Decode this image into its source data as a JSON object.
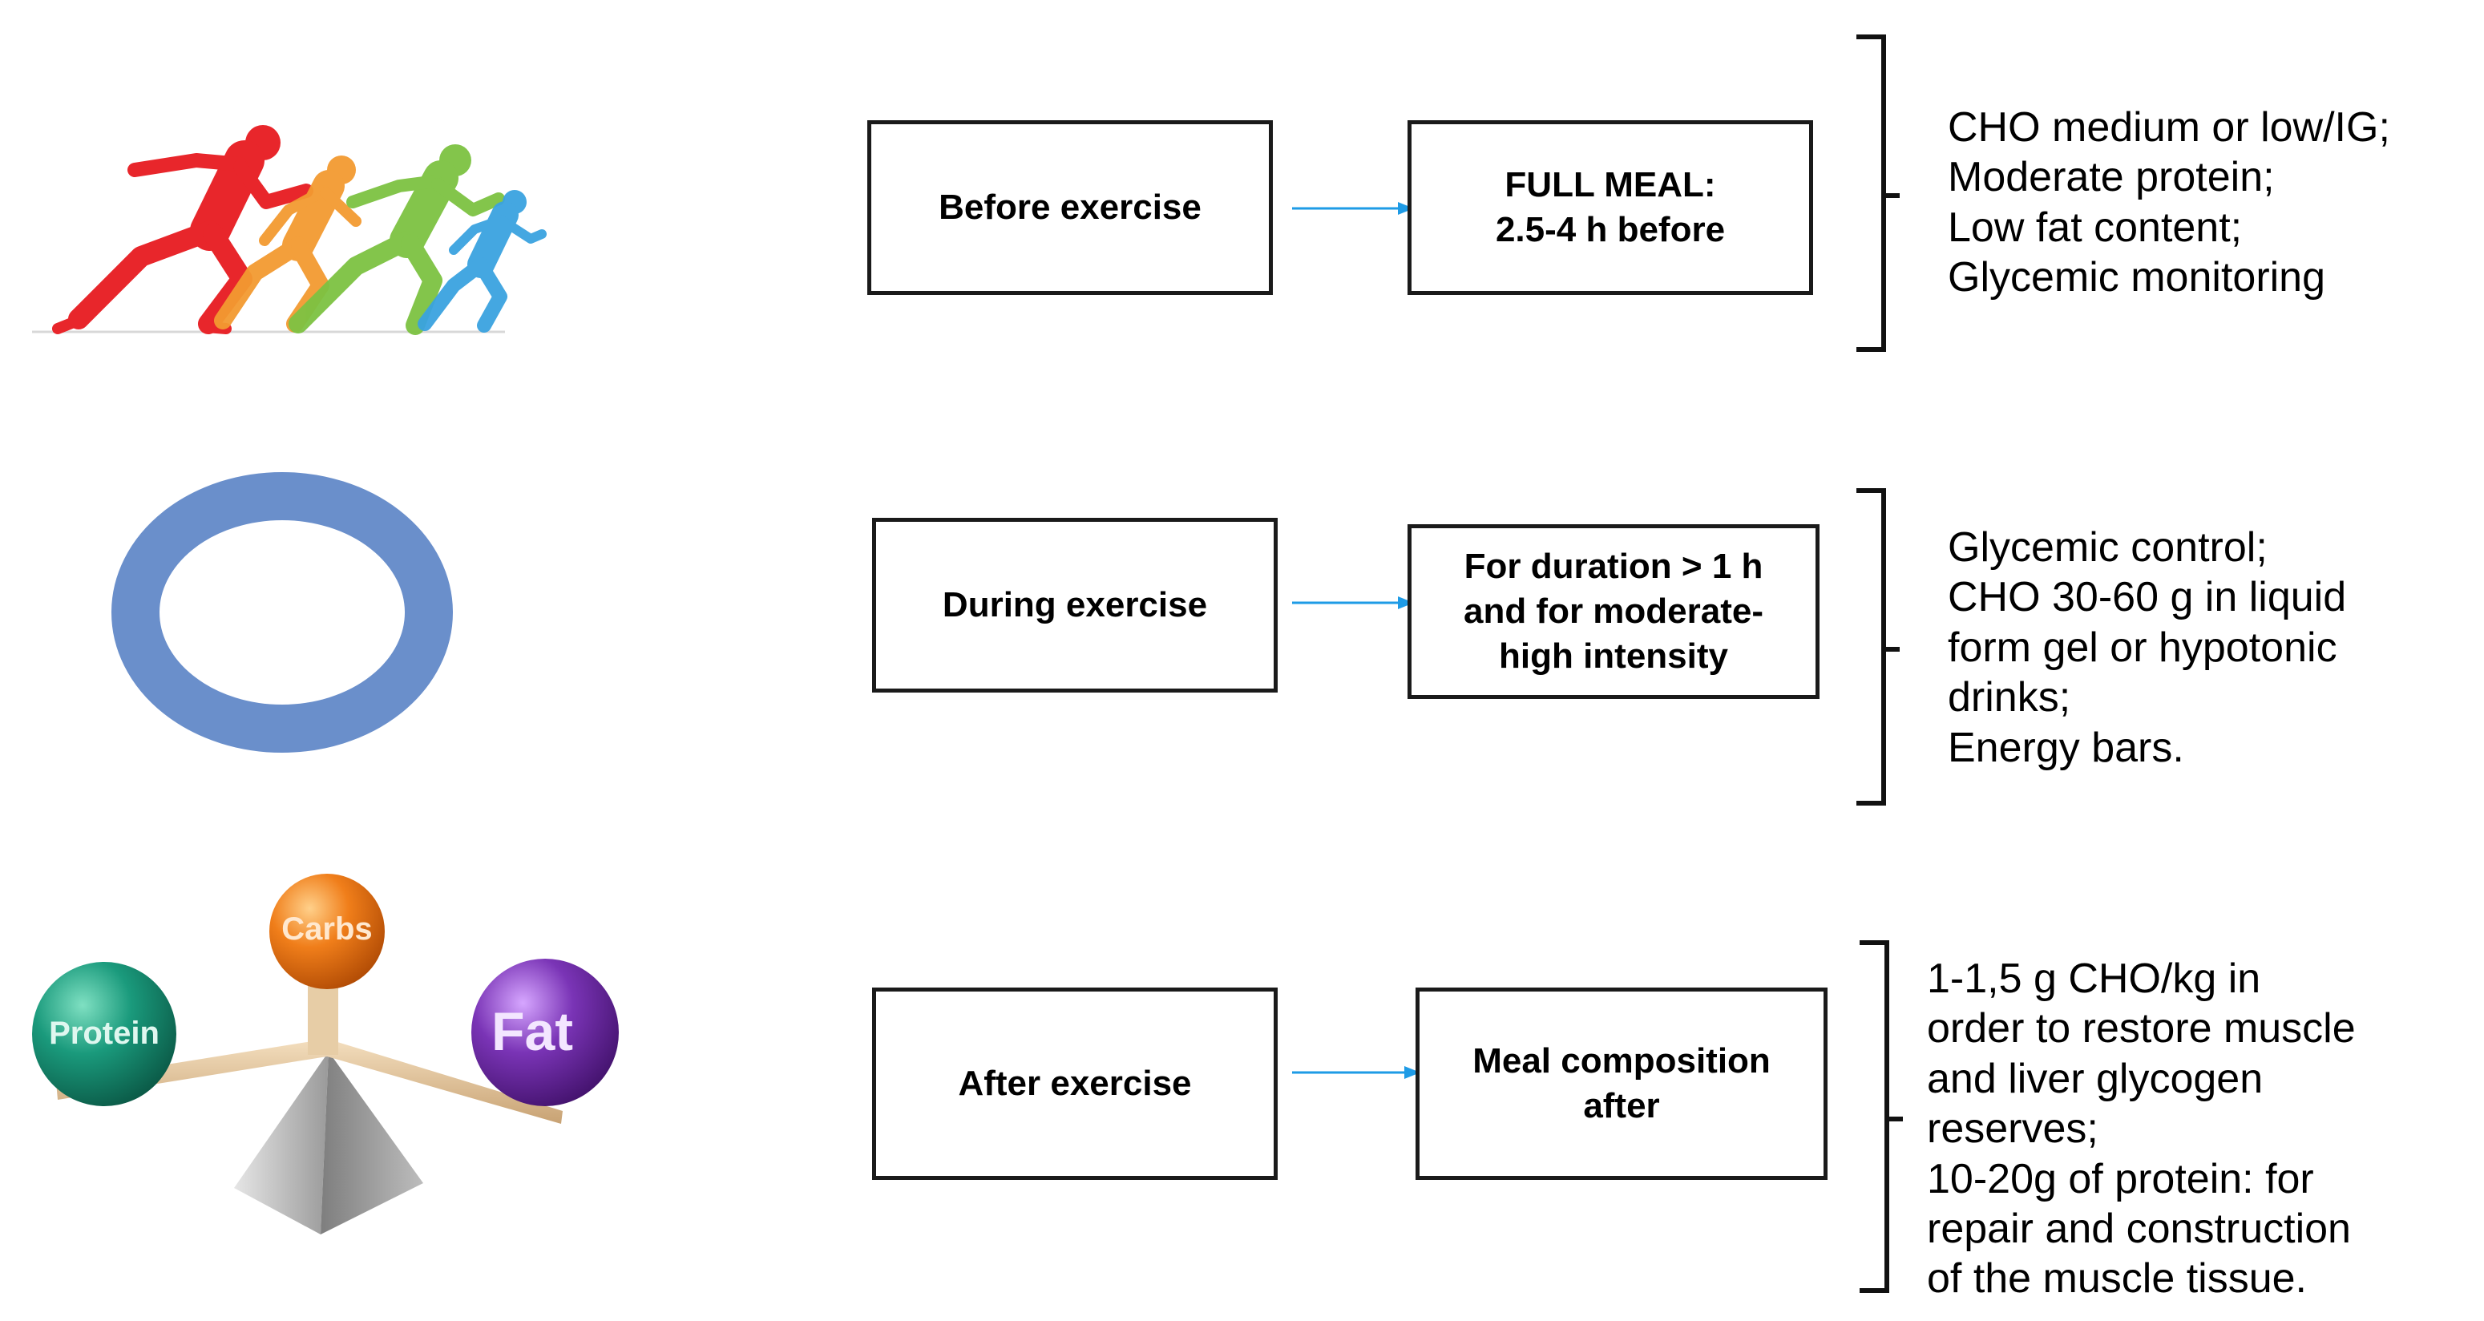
{
  "rows": [
    {
      "phase": "Before exercise",
      "timing_lines": [
        "FULL MEAL:",
        "2.5-4 h before"
      ],
      "note_lines": [
        "CHO medium or low/IG;",
        "Moderate protein;",
        "Low fat content;",
        "Glycemic monitoring"
      ]
    },
    {
      "phase": "During exercise",
      "timing_lines": [
        "For duration > 1 h",
        "and for moderate-",
        "high intensity"
      ],
      "note_lines": [
        "Glycemic control;",
        "CHO 30-60 g in liquid",
        "form gel or hypotonic",
        "drinks;",
        "Energy bars."
      ]
    },
    {
      "phase": "After exercise",
      "timing_lines": [
        "Meal composition",
        "after"
      ],
      "note_lines": [
        "1-1,5 g CHO/kg in",
        "order to restore muscle",
        "and liver glycogen",
        "reserves;",
        "10-20g of protein: for",
        "repair and construction",
        "of the muscle tissue."
      ]
    }
  ],
  "illustrations": {
    "runners": "runners-illustration",
    "ring": "ring-illustration",
    "balance": "macronutrient-balance-illustration",
    "balance_labels": {
      "carbs": "Carbs",
      "protein": "Protein",
      "fat": "Fat"
    }
  },
  "colors": {
    "arrow": "#1e9be6",
    "ring": "#6a8fcb",
    "runner_red": "#e8262b",
    "runner_orange": "#f39a31",
    "runner_green": "#7dc242",
    "runner_blue": "#3aa3e0",
    "carbs": "#f07e1a",
    "protein": "#1a9a7c",
    "fat": "#7a34b6"
  }
}
